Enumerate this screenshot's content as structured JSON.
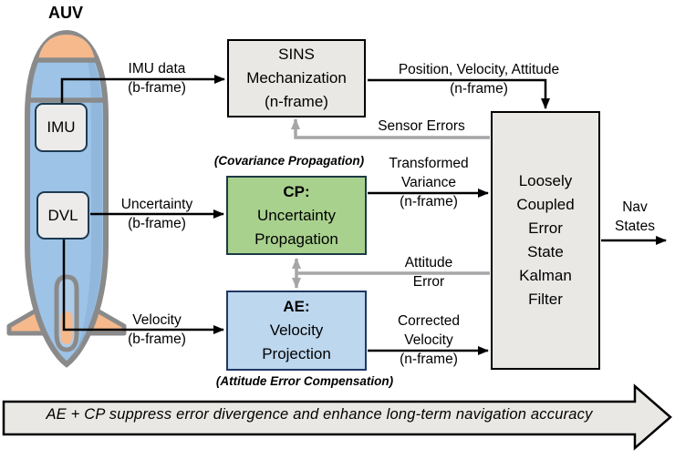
{
  "auv": {
    "label": "AUV",
    "imu": "IMU",
    "dvl": "DVL"
  },
  "blocks": {
    "sins": {
      "lines": [
        "SINS",
        "Mechanization",
        "(n-frame)"
      ]
    },
    "cp": {
      "title": "CP:",
      "lines": [
        "Uncertainty",
        "Propagation"
      ],
      "caption": "(Covariance Propagation)"
    },
    "ae": {
      "title": "AE:",
      "lines": [
        "Velocity",
        "Projection"
      ],
      "caption": "(Attitude Error Compensation)"
    },
    "kalman": {
      "lines": [
        "Loosely",
        "Coupled",
        "Error",
        "State",
        "Kalman",
        "Filter"
      ]
    }
  },
  "labels": {
    "imu_data": {
      "top": "IMU data",
      "bottom": "(b-frame)"
    },
    "pva": {
      "top": "Position, Velocity, Attitude",
      "bottom": "(n-frame)"
    },
    "sensor_errors": {
      "text": "Sensor Errors"
    },
    "transformed_variance": {
      "top": "Transformed",
      "mid": "Variance",
      "bottom": "(n-frame)"
    },
    "attitude_error": {
      "top": "Attitude",
      "bottom": "Error"
    },
    "uncertainty": {
      "top": "Uncertainty",
      "bottom": "(b-frame)"
    },
    "velocity": {
      "top": "Velocity",
      "bottom": "(b-frame)"
    },
    "corrected_velocity": {
      "top": "Corrected",
      "mid": "Velocity",
      "bottom": "(n-frame)"
    },
    "nav_states": {
      "top": "Nav",
      "bottom": "States"
    }
  },
  "banner": {
    "text": "AE + CP suppress error divergence and enhance long-term navigation accuracy"
  },
  "colors": {
    "box-fill": "#e9e8e5",
    "cp-fill": "#a9d18e",
    "cp-border": "#1e3a46",
    "ae-fill": "#bdd7ee",
    "ae-border": "#1f3864",
    "gray-arrow": "#a6a6a6",
    "rocket-blue": "#9dc3e6",
    "rocket-orange": "#f5b98c",
    "rocket-outline": "#8a8a8a"
  }
}
